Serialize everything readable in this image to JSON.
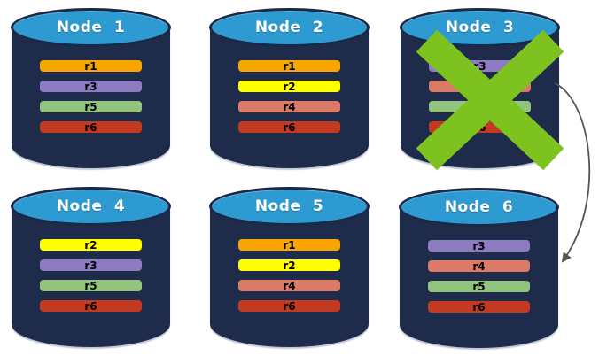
{
  "diagram": {
    "colors": {
      "cylinder_body": "#1F2B4A",
      "cylinder_top": "#2E9AD2",
      "title_text": "#FFFFFF",
      "label_text": "#000000"
    },
    "nodes": [
      {
        "title": "Node 1",
        "replicas": [
          {
            "label": "r1",
            "color": "#F9A602"
          },
          {
            "label": "r3",
            "color": "#8E7CC3"
          },
          {
            "label": "r5",
            "color": "#93C47D"
          },
          {
            "label": "r6",
            "color": "#C23A21"
          }
        ]
      },
      {
        "title": "Node 2",
        "replicas": [
          {
            "label": "r1",
            "color": "#F9A602"
          },
          {
            "label": "r2",
            "color": "#FFFF00"
          },
          {
            "label": "r4",
            "color": "#DB7A67"
          },
          {
            "label": "r6",
            "color": "#C23A21"
          }
        ]
      },
      {
        "title": "Node 3",
        "replicas": [
          {
            "label": "r3",
            "color": "#8E7CC3"
          },
          {
            "label": "r4",
            "color": "#DB7A67"
          },
          {
            "label": "r5",
            "color": "#93C47D"
          },
          {
            "label": "r6",
            "color": "#C23A21"
          }
        ]
      },
      {
        "title": "Node 4",
        "replicas": [
          {
            "label": "r2",
            "color": "#FFFF00"
          },
          {
            "label": "r3",
            "color": "#8E7CC3"
          },
          {
            "label": "r5",
            "color": "#93C47D"
          },
          {
            "label": "r6",
            "color": "#C23A21"
          }
        ]
      },
      {
        "title": "Node 5",
        "replicas": [
          {
            "label": "r1",
            "color": "#F9A602"
          },
          {
            "label": "r2",
            "color": "#FFFF00"
          },
          {
            "label": "r4",
            "color": "#DB7A67"
          },
          {
            "label": "r6",
            "color": "#C23A21"
          }
        ]
      },
      {
        "title": "Node 6",
        "replicas": [
          {
            "label": "r3",
            "color": "#8E7CC3"
          },
          {
            "label": "r4",
            "color": "#DB7A67"
          },
          {
            "label": "r5",
            "color": "#93C47D"
          },
          {
            "label": "r6",
            "color": "#C23A21"
          }
        ]
      }
    ],
    "failure": {
      "node": "Node 3",
      "x_color": "#7DC21E"
    },
    "arrow": {
      "from": "Node 3",
      "to": "Node 6",
      "color": "#555555"
    }
  }
}
